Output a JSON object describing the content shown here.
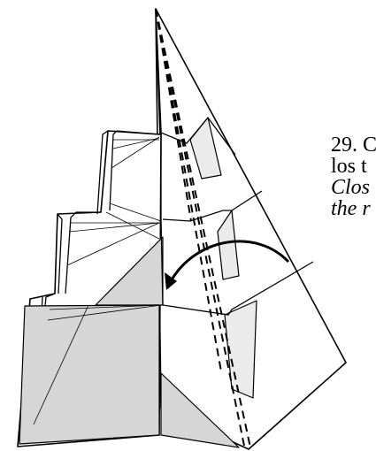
{
  "instructions": {
    "line1": "29. C",
    "line2": "los t",
    "line3": "Clos",
    "line4": "the r"
  },
  "colors": {
    "shade": "#d6d6d6",
    "light_shade": "#ebebeb",
    "stroke": "#000000"
  },
  "icons": {
    "arrow": "curved-fold-arrow"
  }
}
